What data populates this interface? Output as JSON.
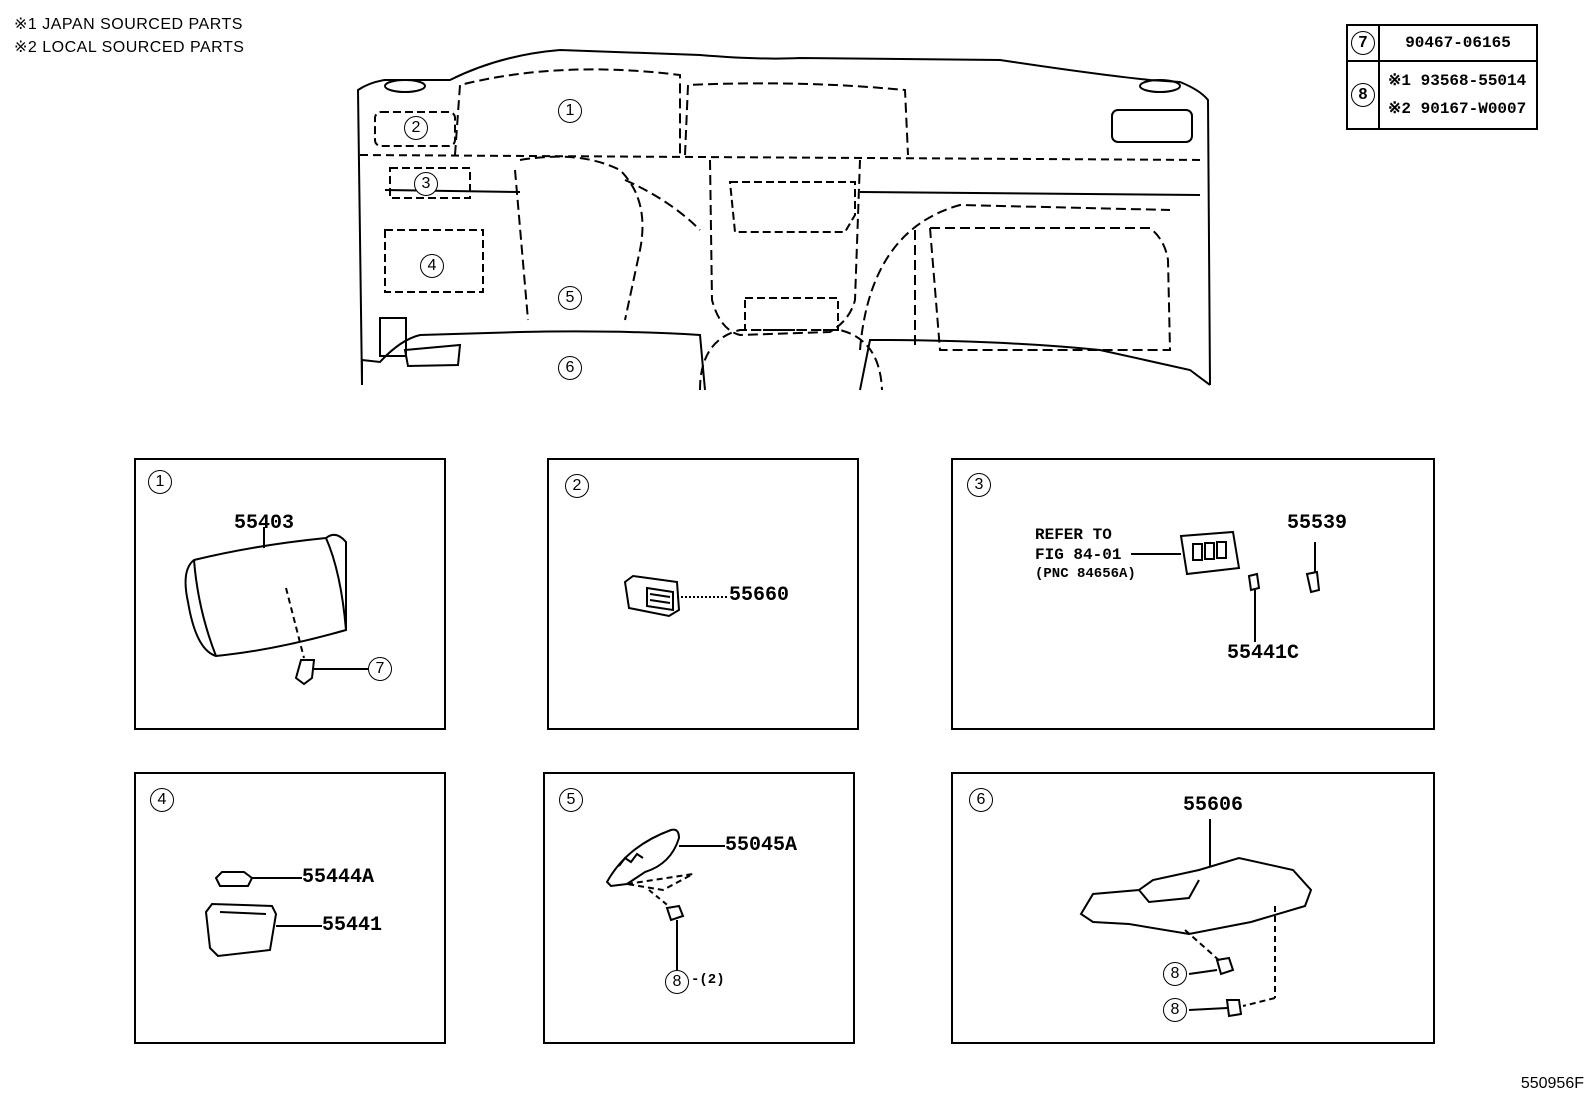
{
  "notes": [
    "※1 JAPAN SOURCED PARTS",
    "※2 LOCAL SOURCED PARTS"
  ],
  "key_table": {
    "row7": {
      "ref": "7",
      "parts": [
        "90467-06165"
      ]
    },
    "row8": {
      "ref": "8",
      "parts": [
        "※1 93568-55014",
        "※2 90167-W0007"
      ]
    }
  },
  "overview_callouts": [
    "1",
    "2",
    "3",
    "4",
    "5",
    "6"
  ],
  "panels": {
    "p1": {
      "ref": "1",
      "parts": [
        "55403"
      ],
      "callout": "7"
    },
    "p2": {
      "ref": "2",
      "parts": [
        "55660"
      ]
    },
    "p3": {
      "ref": "3",
      "refer": [
        "REFER TO",
        "FIG 84-01",
        "(PNC 84656A)"
      ],
      "parts": [
        "55539",
        "55441C"
      ]
    },
    "p4": {
      "ref": "4",
      "parts": [
        "55444A",
        "55441"
      ]
    },
    "p5": {
      "ref": "5",
      "parts": [
        "55045A"
      ],
      "callout": "8",
      "qty": "-(2)"
    },
    "p6": {
      "ref": "6",
      "parts": [
        "55606"
      ],
      "callout": "8"
    }
  },
  "figure_id": "550956F"
}
